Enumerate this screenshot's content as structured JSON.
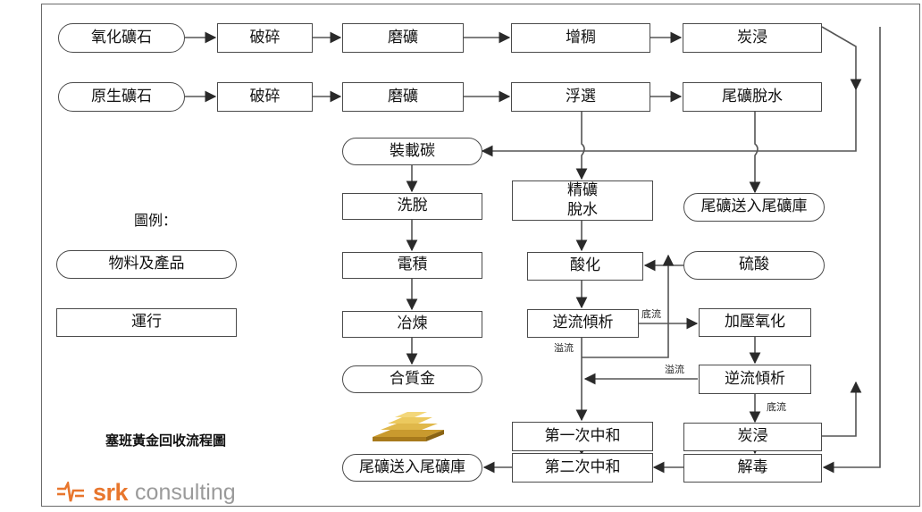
{
  "title": "塞班黃金回收流程圖",
  "legend": {
    "title": "圖例：",
    "material_label": "物料及產品",
    "operation_label": "運行"
  },
  "row1": {
    "ore": "氧化礦石",
    "crush": "破碎",
    "grind": "磨礦",
    "thicken": "增稠",
    "leach": "炭浸"
  },
  "row2": {
    "ore": "原生礦石",
    "crush": "破碎",
    "grind": "磨礦",
    "flotation": "浮選",
    "tail_dewater": "尾礦脫水"
  },
  "left": {
    "load_carbon": "裝載碳",
    "elution": "洗脫",
    "electrowin": "電積",
    "smelt": "冶煉",
    "dore": "合質金"
  },
  "middle": {
    "conc_dewater": "精礦\n脫水",
    "acidify": "酸化",
    "ccd1": "逆流傾析",
    "neutral1": "第一次中和",
    "neutral2": "第二次中和",
    "tail_out1": "尾礦送入尾礦庫"
  },
  "right": {
    "tail_out2": "尾礦送入尾礦庫",
    "sulfuric": "硫酸",
    "pox": "加壓氧化",
    "ccd2": "逆流傾析",
    "leach2": "炭浸",
    "detox": "解毒"
  },
  "flow_labels": {
    "underflow1": "底流",
    "overflow1": "溢流",
    "overflow2": "溢流",
    "underflow2": "底流"
  },
  "logo": {
    "brand": "srk",
    "suffix": "consulting",
    "colors": {
      "brand": "#e8762d",
      "suffix": "#9a9a9a"
    }
  }
}
